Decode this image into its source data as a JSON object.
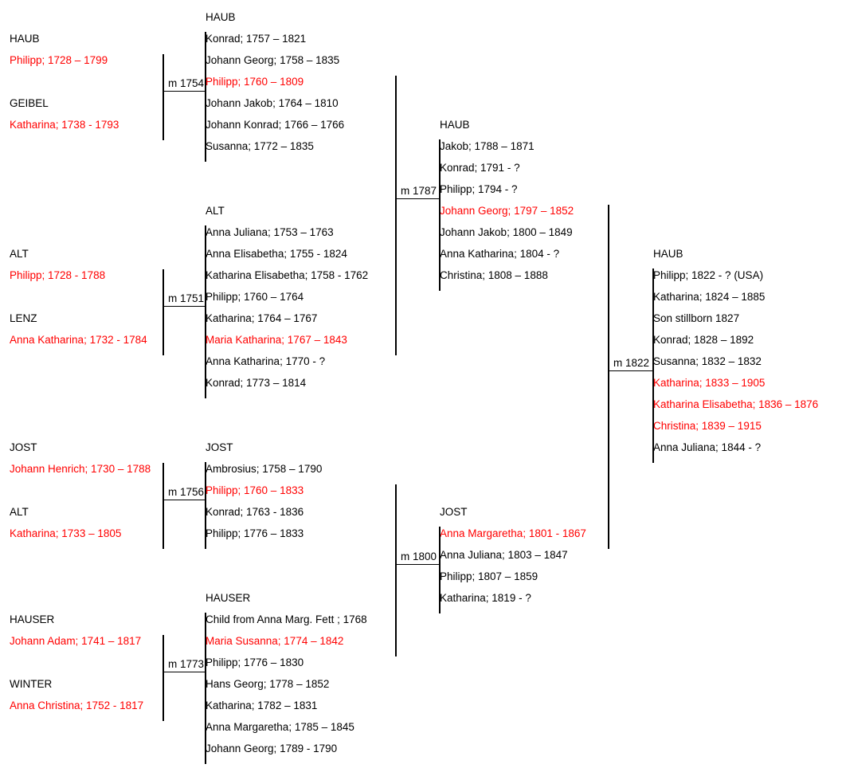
{
  "colors": {
    "text": "#000000",
    "highlight": "#ff0000",
    "line": "#000000",
    "background": "#ffffff"
  },
  "parents": [
    {
      "surname": "HAUB",
      "name": "Philipp; 1728 – 1799"
    },
    {
      "surname": "GEIBEL",
      "name": "Katharina; 1738 - 1793"
    },
    {
      "surname": "ALT",
      "name": "Philipp; 1728 - 1788"
    },
    {
      "surname": "LENZ",
      "name": "Anna Katharina; 1732 - 1784"
    },
    {
      "surname": "JOST",
      "name": "Johann Henrich; 1730 – 1788"
    },
    {
      "surname": "ALT",
      "name": "Katharina; 1733 – 1805"
    },
    {
      "surname": "HAUSER",
      "name": "Johann Adam; 1741 – 1817"
    },
    {
      "surname": "WINTER",
      "name": "Anna Christina; 1752 - 1817"
    }
  ],
  "marriages": [
    "m 1754",
    "m 1751",
    "m 1756",
    "m 1773",
    "m 1787",
    "m 1800",
    "m 1822"
  ],
  "families": [
    {
      "surname": "HAUB",
      "children": [
        {
          "name": "Konrad; 1757 – 1821",
          "hl": false
        },
        {
          "name": "Johann Georg; 1758 – 1835",
          "hl": false
        },
        {
          "name": "Philipp; 1760 – 1809",
          "hl": true
        },
        {
          "name": "Johann Jakob; 1764 – 1810",
          "hl": false
        },
        {
          "name": "Johann Konrad; 1766 – 1766",
          "hl": false
        },
        {
          "name": "Susanna; 1772 – 1835",
          "hl": false
        }
      ]
    },
    {
      "surname": "ALT",
      "children": [
        {
          "name": "Anna Juliana; 1753 – 1763",
          "hl": false
        },
        {
          "name": "Anna Elisabetha; 1755 - 1824",
          "hl": false
        },
        {
          "name": "Katharina Elisabetha; 1758 - 1762",
          "hl": false
        },
        {
          "name": "Philipp; 1760 – 1764",
          "hl": false
        },
        {
          "name": "Katharina; 1764 – 1767",
          "hl": false
        },
        {
          "name": "Maria Katharina; 1767 – 1843",
          "hl": true
        },
        {
          "name": "Anna Katharina; 1770 - ?",
          "hl": false
        },
        {
          "name": "Konrad; 1773 – 1814",
          "hl": false
        }
      ]
    },
    {
      "surname": "JOST",
      "children": [
        {
          "name": "Ambrosius; 1758 – 1790",
          "hl": false
        },
        {
          "name": "Philipp; 1760 – 1833",
          "hl": true
        },
        {
          "name": "Konrad; 1763 - 1836",
          "hl": false
        },
        {
          "name": "Philipp; 1776 – 1833",
          "hl": false
        }
      ]
    },
    {
      "surname": "HAUSER",
      "children": [
        {
          "name": "Child from Anna Marg. Fett ; 1768",
          "hl": false
        },
        {
          "name": "Maria Susanna; 1774 – 1842",
          "hl": true
        },
        {
          "name": "Philipp; 1776 – 1830",
          "hl": false
        },
        {
          "name": "Hans Georg; 1778 – 1852",
          "hl": false
        },
        {
          "name": "Katharina; 1782 – 1831",
          "hl": false
        },
        {
          "name": "Anna Margaretha; 1785 – 1845",
          "hl": false
        },
        {
          "name": "Johann Georg; 1789 - 1790",
          "hl": false
        }
      ]
    },
    {
      "surname": "HAUB",
      "children": [
        {
          "name": "Jakob; 1788 – 1871",
          "hl": false
        },
        {
          "name": "Konrad; 1791 - ?",
          "hl": false
        },
        {
          "name": "Philipp; 1794 - ?",
          "hl": false
        },
        {
          "name": "Johann Georg; 1797 – 1852",
          "hl": true
        },
        {
          "name": "Johann Jakob; 1800 – 1849",
          "hl": false
        },
        {
          "name": "Anna Katharina; 1804 - ?",
          "hl": false
        },
        {
          "name": "Christina; 1808 – 1888",
          "hl": false
        }
      ]
    },
    {
      "surname": "JOST",
      "children": [
        {
          "name": "Anna Margaretha; 1801 - 1867",
          "hl": true
        },
        {
          "name": "Anna Juliana; 1803 – 1847",
          "hl": false
        },
        {
          "name": "Philipp; 1807 – 1859",
          "hl": false
        },
        {
          "name": "Katharina; 1819 - ?",
          "hl": false
        }
      ]
    },
    {
      "surname": "HAUB",
      "children": [
        {
          "name": "Philipp; 1822 - ? (USA)",
          "hl": false
        },
        {
          "name": "Katharina; 1824 – 1885",
          "hl": false
        },
        {
          "name": "Son stillborn 1827",
          "hl": false
        },
        {
          "name": "Konrad; 1828 – 1892",
          "hl": false
        },
        {
          "name": "Susanna; 1832 – 1832",
          "hl": false
        },
        {
          "name": "Katharina; 1833 – 1905",
          "hl": true
        },
        {
          "name": "Katharina Elisabetha; 1836 – 1876",
          "hl": true
        },
        {
          "name": "Christina; 1839 – 1915",
          "hl": true
        },
        {
          "name": "Anna Juliana; 1844 - ?",
          "hl": false
        }
      ]
    }
  ]
}
